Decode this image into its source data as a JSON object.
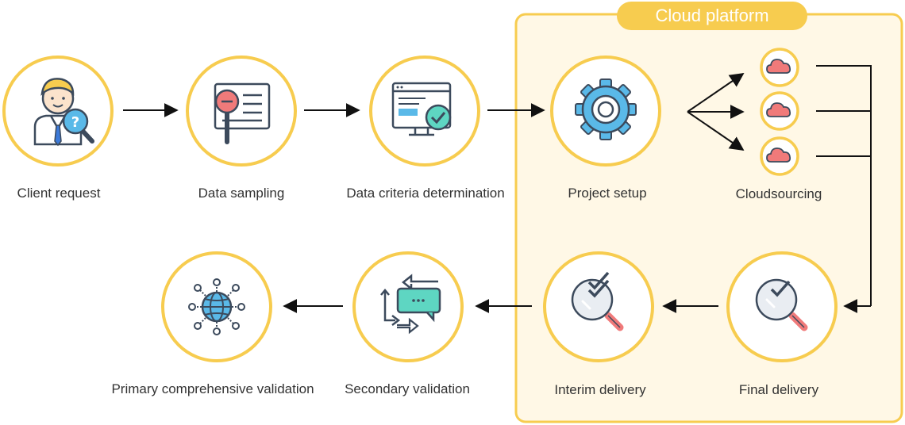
{
  "platform": {
    "title": "Cloud platform"
  },
  "steps": {
    "client_request": "Client request",
    "data_sampling": "Data sampling",
    "data_criteria": "Data criteria determination",
    "project_setup": "Project setup",
    "cloudsourcing": "Cloudsourcing",
    "final_delivery": "Final delivery",
    "interim_delivery": "Interim delivery",
    "secondary_validation": "Secondary validation",
    "primary_validation": "Primary comprehensive validation"
  },
  "colors": {
    "ring": "#F7CC4F",
    "platform_bg": "#FFF8E6",
    "platform_border": "#F7CC4F",
    "arrow": "#111111",
    "cloud": "#F07A7A",
    "gear": "#5AB9E8",
    "teal": "#5ED6C2",
    "navy": "#3C4A5C"
  },
  "icons": [
    "user-question-icon",
    "document-search-icon",
    "browser-check-icon",
    "gear-icon",
    "cloud-icon",
    "magnifier-check-icon",
    "chat-transfer-icon",
    "globe-network-icon"
  ]
}
